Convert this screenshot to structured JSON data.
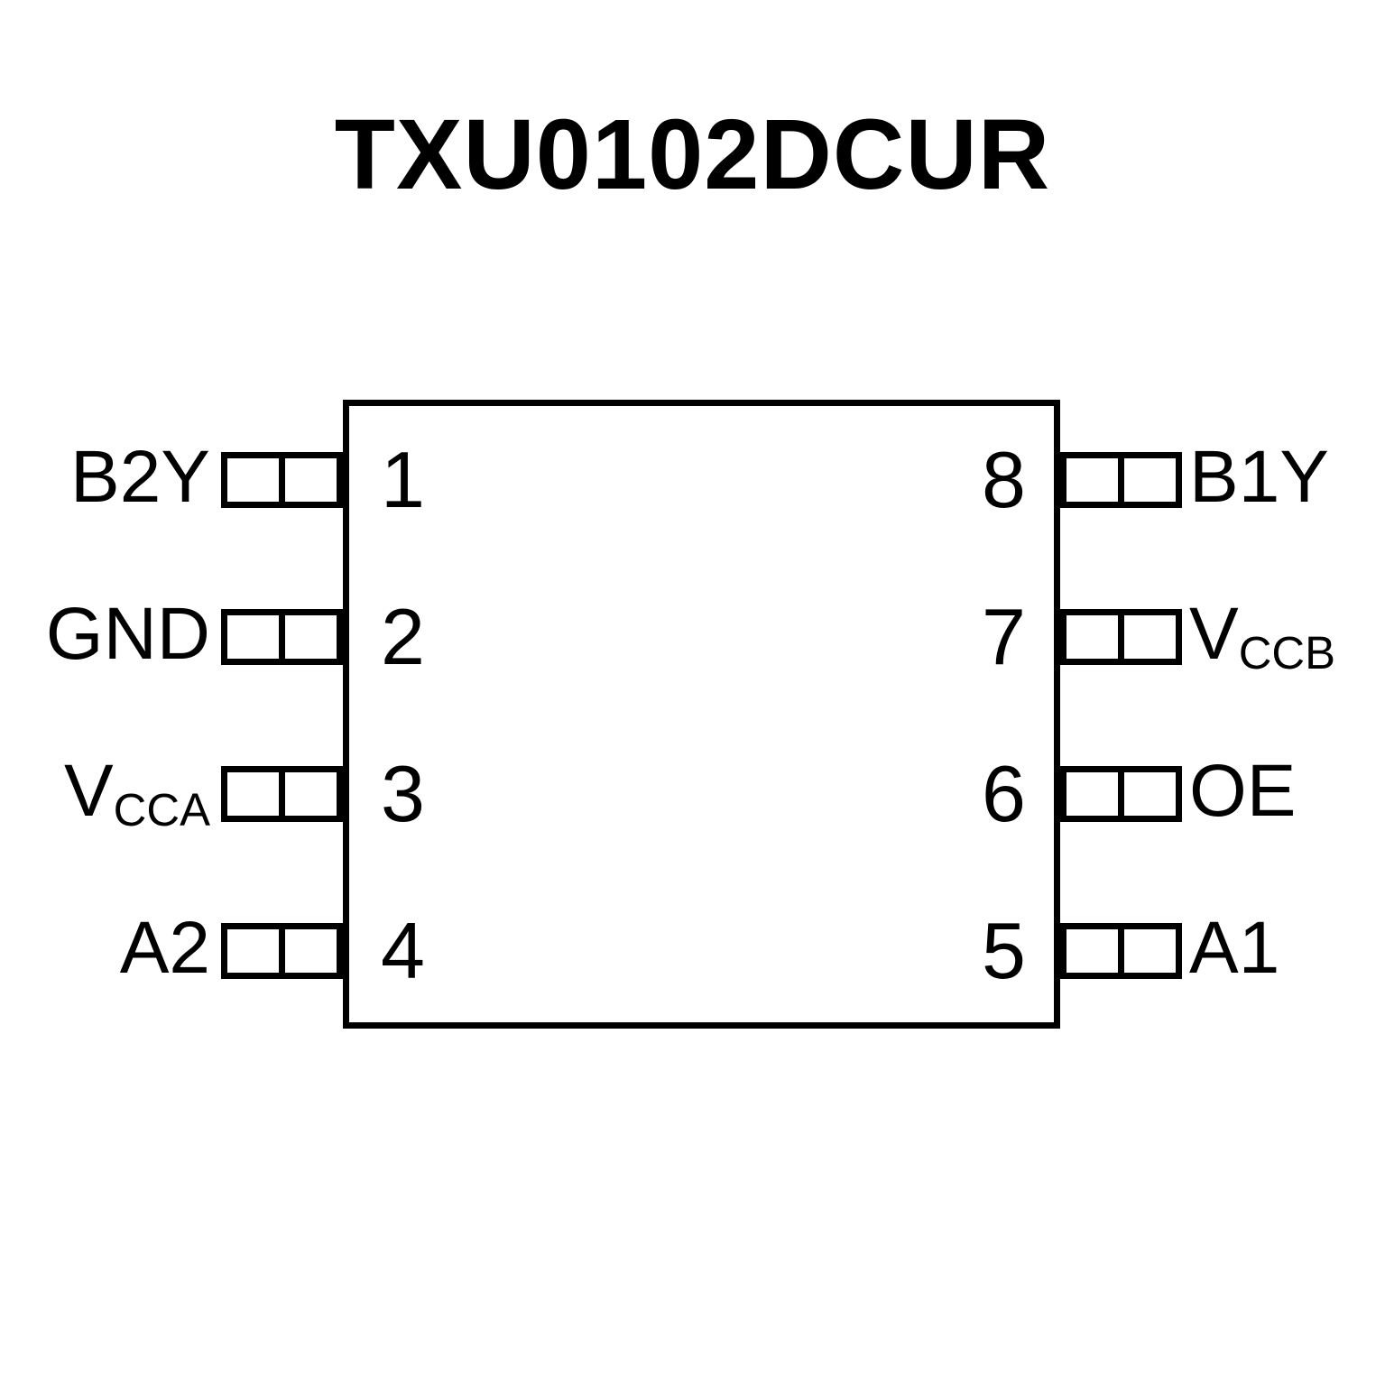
{
  "title": "TXU0102DCUR",
  "colors": {
    "ink": "#000000",
    "background": "#ffffff"
  },
  "pins": {
    "left": [
      {
        "number": "1",
        "label": "B2Y",
        "sub": ""
      },
      {
        "number": "2",
        "label": "GND",
        "sub": ""
      },
      {
        "number": "3",
        "label": "V",
        "sub": "CCA"
      },
      {
        "number": "4",
        "label": "A2",
        "sub": ""
      }
    ],
    "right": [
      {
        "number": "8",
        "label": "B1Y",
        "sub": ""
      },
      {
        "number": "7",
        "label": "V",
        "sub": "CCB"
      },
      {
        "number": "6",
        "label": "OE",
        "sub": ""
      },
      {
        "number": "5",
        "label": "A1",
        "sub": ""
      }
    ]
  }
}
